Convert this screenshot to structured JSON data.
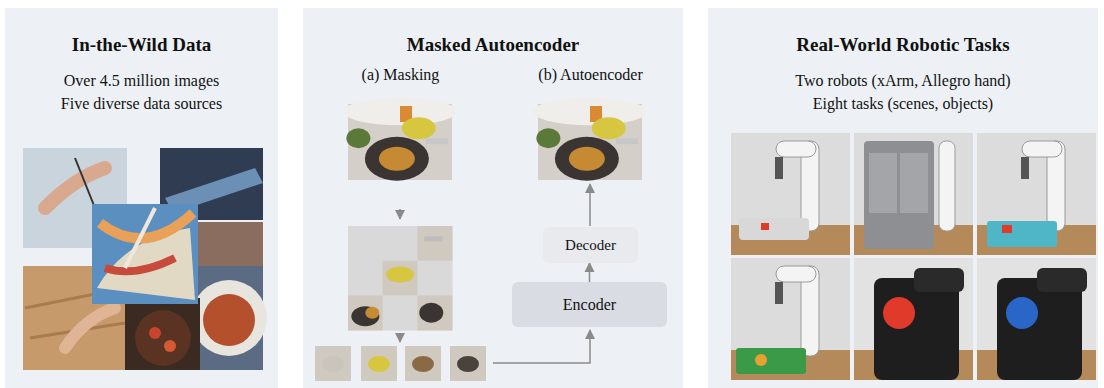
{
  "diagram": {
    "nodes": [
      {
        "text": [
          "In-the-Wild Data",
          "Over 4.5 million images",
          "Five diverse data sources"
        ]
      },
      {
        "text": [
          "Masked Autoencoder"
        ]
      },
      {
        "text": [
          "Decoder"
        ],
        "in": 1
      },
      {
        "text": [
          "Encoder"
        ],
        "in": 1
      },
      {
        "text": [
          "Real-World Robotic Tasks",
          "Two robots (xArm, Allegro hand)",
          "Eight tasks (scenes, objects)"
        ]
      }
    ],
    "edges": [
      {
        "from": 3,
        "to": 2,
        "arrow": "to"
      }
    ],
    "labels": [
      "(a) Masking",
      "(b) Autoencoder"
    ]
  }
}
